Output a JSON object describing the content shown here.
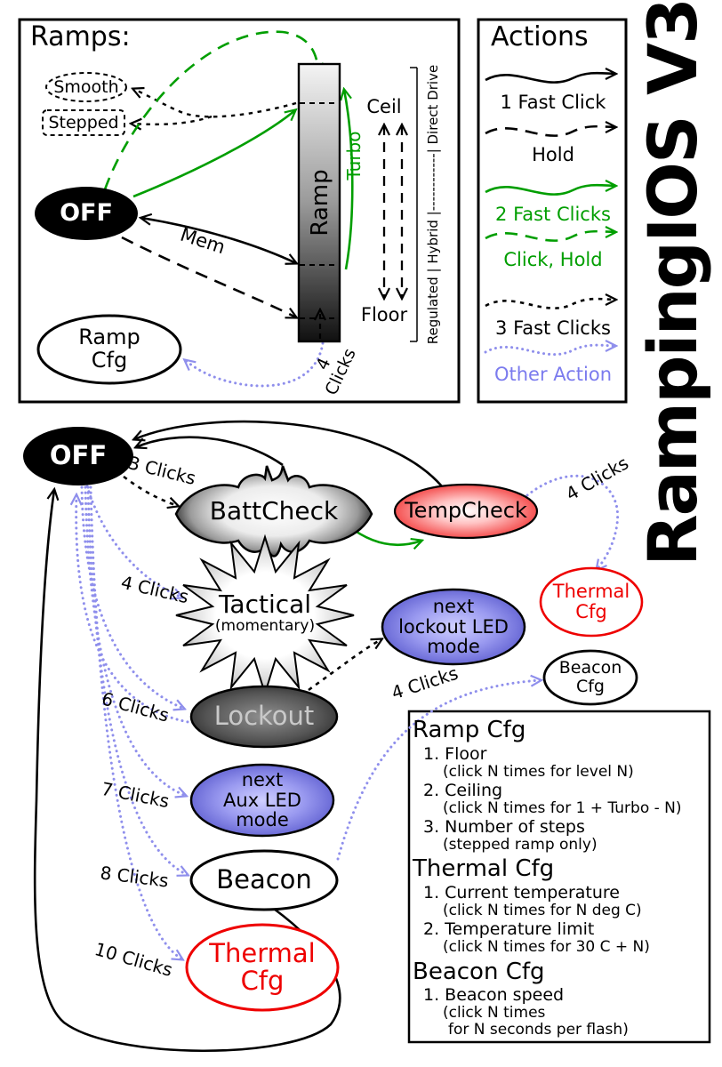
{
  "ramps_panel": {
    "title": "Ramps:",
    "smooth_label": "Smooth",
    "stepped_label": "Stepped",
    "off_label": "OFF",
    "ramp_bar_label": "Ramp",
    "turbo_label": "Turbo",
    "ceil_label": "Ceil",
    "floor_label": "Floor",
    "mem_label": "Mem",
    "four_clicks_label": "4 Clicks",
    "ramp_cfg_label": "Ramp\nCfg",
    "regulation_label": "Regulated | Hybrid |------------| Direct Drive"
  },
  "actions_panel": {
    "title": "Actions",
    "items": [
      {
        "label": "1 Fast Click",
        "line_style": "solid",
        "color": "#000000"
      },
      {
        "label": "Hold",
        "line_style": "long-dash",
        "color": "#000000"
      },
      {
        "label": "2 Fast Clicks",
        "line_style": "solid",
        "color": "#009e00"
      },
      {
        "label": "Click, Hold",
        "line_style": "long-dash",
        "color": "#009e00"
      },
      {
        "label": "3 Fast Clicks",
        "line_style": "short-dash",
        "color": "#000000"
      },
      {
        "label": "Other Action",
        "line_style": "dotted",
        "color": "#8f8fec"
      }
    ]
  },
  "watermark": "RampingIOS V3",
  "state_diagram": {
    "off_label": "OFF",
    "battcheck_label": "BattCheck",
    "tempcheck_label": "TempCheck",
    "thermal_cfg_small_label": "Thermal\nCfg",
    "tactical_label": "Tactical",
    "tactical_sub_label": "(momentary)",
    "lockout_led_label": "next\nlockout LED\nmode",
    "beacon_cfg_label": "Beacon\nCfg",
    "lockout_label": "Lockout",
    "aux_led_label": "next\nAux LED\nmode",
    "beacon_label": "Beacon",
    "thermal_cfg_label": "Thermal\nCfg",
    "click_labels": {
      "to_battcheck": "3 Clicks",
      "to_tactical": "4 Clicks",
      "to_thermal_cfg": "4 Clicks",
      "to_beacon_cfg": "4 Clicks",
      "to_lockout": "6 Clicks",
      "to_aux_led": "7 Clicks",
      "to_beacon": "8 Clicks",
      "to_thermal_cfg_off": "10 Clicks"
    }
  },
  "info_box": {
    "sections": [
      {
        "heading": "Ramp Cfg",
        "items": [
          {
            "text": "1. Floor",
            "sub": [
              "(click N times for level N)"
            ]
          },
          {
            "text": "2. Ceiling",
            "sub": [
              "(click N times for 1 + Turbo - N)"
            ]
          },
          {
            "text": "3. Number of steps",
            "sub": [
              "(stepped ramp only)"
            ]
          }
        ]
      },
      {
        "heading": "Thermal Cfg",
        "items": [
          {
            "text": "1. Current temperature",
            "sub": [
              "(click N times for N deg C)"
            ]
          },
          {
            "text": "2. Temperature limit",
            "sub": [
              "(click N times for 30 C + N)"
            ]
          }
        ]
      },
      {
        "heading": "Beacon Cfg",
        "items": [
          {
            "text": "1. Beacon speed",
            "sub": [
              "(click N times",
              "for N seconds per flash)"
            ]
          }
        ]
      }
    ]
  },
  "colors": {
    "accent_green": "#009e00",
    "other_action_blue": "#8f8fec",
    "thermal_red": "#ee0000",
    "node_blue": "#7d7de8"
  }
}
